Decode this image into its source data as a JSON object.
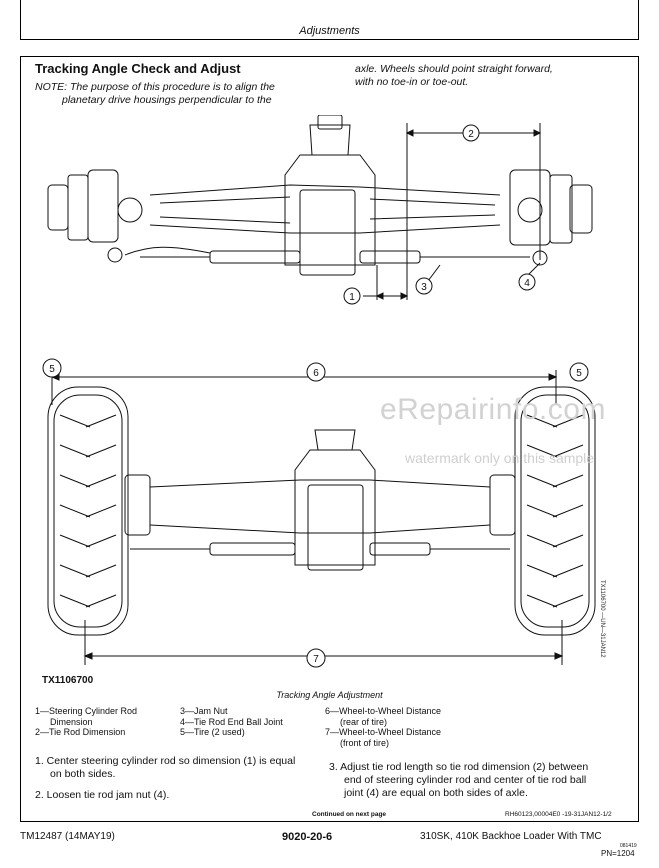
{
  "header": {
    "section": "Adjustments"
  },
  "title": "Tracking Angle Check and Adjust",
  "note": {
    "line1": "NOTE: The purpose of this procedure is to align the",
    "line2": "planetary drive housings perpendicular to the",
    "line3": "axle.  Wheels should point straight forward,",
    "line4": "with no toe-in or toe-out."
  },
  "callouts": {
    "c1": "1",
    "c2": "2",
    "c3": "3",
    "c4": "4",
    "c5a": "5",
    "c5b": "5",
    "c6": "6",
    "c7": "7"
  },
  "figure_id": "TX1106700",
  "figure_code": "TX1106700 —UN—31JAN12",
  "caption": "Tracking Angle Adjustment",
  "legend": {
    "l1a": "1—Steering Cylinder Rod",
    "l1b": "Dimension",
    "l2": "2—Tie Rod Dimension",
    "l3": "3—Jam Nut",
    "l4": "4—Tie Rod End Ball Joint",
    "l5": "5—Tire (2 used)",
    "l6a": "6—Wheel-to-Wheel Distance",
    "l6b": "(rear of tire)",
    "l7a": "7—Wheel-to-Wheel Distance",
    "l7b": "(front of tire)"
  },
  "steps": {
    "s1a": "1.   Center steering cylinder rod so dimension (1) is equal",
    "s1b": "on both sides.",
    "s2": "2.   Loosen tie rod jam nut (4).",
    "s3a": "3.   Adjust tie rod length so tie rod dimension (2) between",
    "s3b": "end of steering cylinder rod and center of tie rod ball",
    "s3c": "joint (4) are equal on both sides of axle."
  },
  "continued": "Continued on next page",
  "doc_code": "RH60123,00004E0 -19-31JAN12-1/2",
  "footer": {
    "left": "TM12487 (14MAY19)",
    "center": "9020-20-6",
    "right": "310SK, 410K Backhoe Loader With TMC",
    "tiny": "081419",
    "pn": "PN=1204"
  },
  "watermark": {
    "line1": "eRepairinfo.com",
    "line2": "watermark only on this sample"
  }
}
